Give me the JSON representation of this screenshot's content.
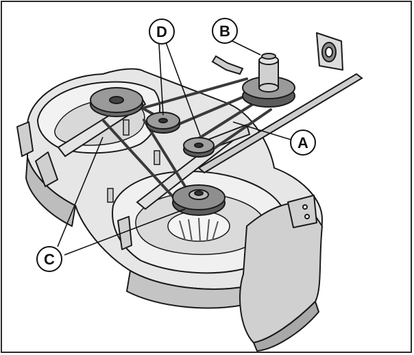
{
  "diagram": {
    "colors": {
      "outline": "#1a1a1a",
      "deck_light": "#ececec",
      "deck_mid": "#d4d4d4",
      "deck_dark": "#9a9a9a",
      "pulley_dark": "#5a5a5a",
      "pulley_mid": "#8c8c8c",
      "pulley_light": "#c8c8c8",
      "belt": "#3a3a3a"
    },
    "callouts": [
      {
        "id": "A",
        "label": "A"
      },
      {
        "id": "B",
        "label": "B"
      },
      {
        "id": "C",
        "label": "C"
      },
      {
        "id": "D",
        "label": "D"
      }
    ]
  }
}
